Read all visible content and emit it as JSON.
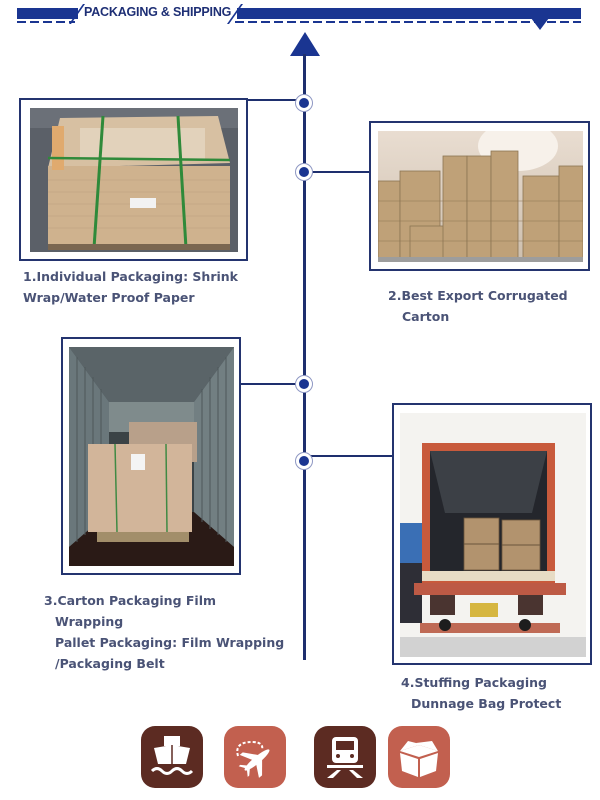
{
  "header": {
    "title": "PACKAGING & SHIPPING",
    "accent_color": "#1a3591"
  },
  "steps": [
    {
      "number": "1",
      "lines": [
        "1.Individual Packaging: Shrink",
        "Wrap/Water Proof Paper"
      ],
      "photo": "wrapped-pallet-with-green-straps"
    },
    {
      "number": "2",
      "lines": [
        "2.Best Export Corrugated",
        "Carton"
      ],
      "photo": "warehouse-stacked-cartons"
    },
    {
      "number": "3",
      "lines": [
        "3.Carton Packaging Film",
        "Wrapping",
        "Pallet Packaging: Film Wrapping",
        "/Packaging Belt"
      ],
      "photo": "pallets-inside-container"
    },
    {
      "number": "4",
      "lines": [
        "4.Stuffing Packaging",
        "Dunnage Bag Protect"
      ],
      "photo": "container-truck-loaded"
    }
  ],
  "shipping_icons": [
    {
      "name": "sea-freight",
      "color": "#5c2b22"
    },
    {
      "name": "air-freight",
      "color": "#c2604f"
    },
    {
      "name": "rail-freight",
      "color": "#5c2b22"
    },
    {
      "name": "express-package",
      "color": "#c2604f"
    }
  ]
}
